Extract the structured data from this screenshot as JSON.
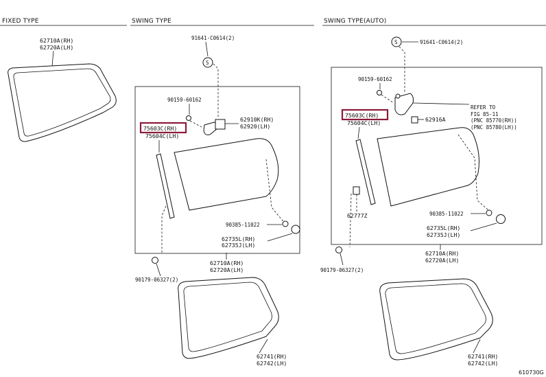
{
  "highlight_color": "#8b1a3a",
  "sections": {
    "fixed": {
      "title": "FIXED TYPE"
    },
    "swing": {
      "title": "SWING TYPE"
    },
    "swing_auto": {
      "title": "SWING TYPE(AUTO)"
    }
  },
  "fixed": {
    "glass_rh": "62710A(RH)",
    "glass_lh": "62720A(LH)"
  },
  "swing": {
    "screw": "91641-C0614(2)",
    "screw_symbol": "S",
    "bolt": "90159-60162",
    "molding_rh": "75603C(RH)",
    "molding_lh": "75604C(LH)",
    "hinge_rh": "62910K(RH)",
    "hinge_lh": "62920(LH)",
    "clip": "90385-11022",
    "cushion_rh": "62735L(RH)",
    "cushion_lh": "62735J(LH)",
    "glass_rh": "62710A(RH)",
    "glass_lh": "62720A(LH)",
    "clip2": "90179-06327(2)",
    "weatherstrip_rh": "62741(RH)",
    "weatherstrip_lh": "62742(LH)"
  },
  "swing_auto": {
    "screw": "91641-C0614(2)",
    "screw_symbol": "S",
    "bolt": "90159-60162",
    "molding_rh": "75603C(RH)",
    "molding_lh": "75604C(LH)",
    "refer_1": "REFER TO",
    "refer_2": "FIG 85-11",
    "refer_3": "(PNC 85770(RH))",
    "refer_4": "(PNC 85780(LH))",
    "bracket": "62916A",
    "clip": "90385-11022",
    "stay": "62777Z",
    "cushion_rh": "62735L(RH)",
    "cushion_lh": "62735J(LH)",
    "glass_rh": "62710A(RH)",
    "glass_lh": "62720A(LH)",
    "clip2": "90179-06327(2)",
    "weatherstrip_rh": "62741(RH)",
    "weatherstrip_lh": "62742(LH)"
  },
  "figure_code": "610730G"
}
